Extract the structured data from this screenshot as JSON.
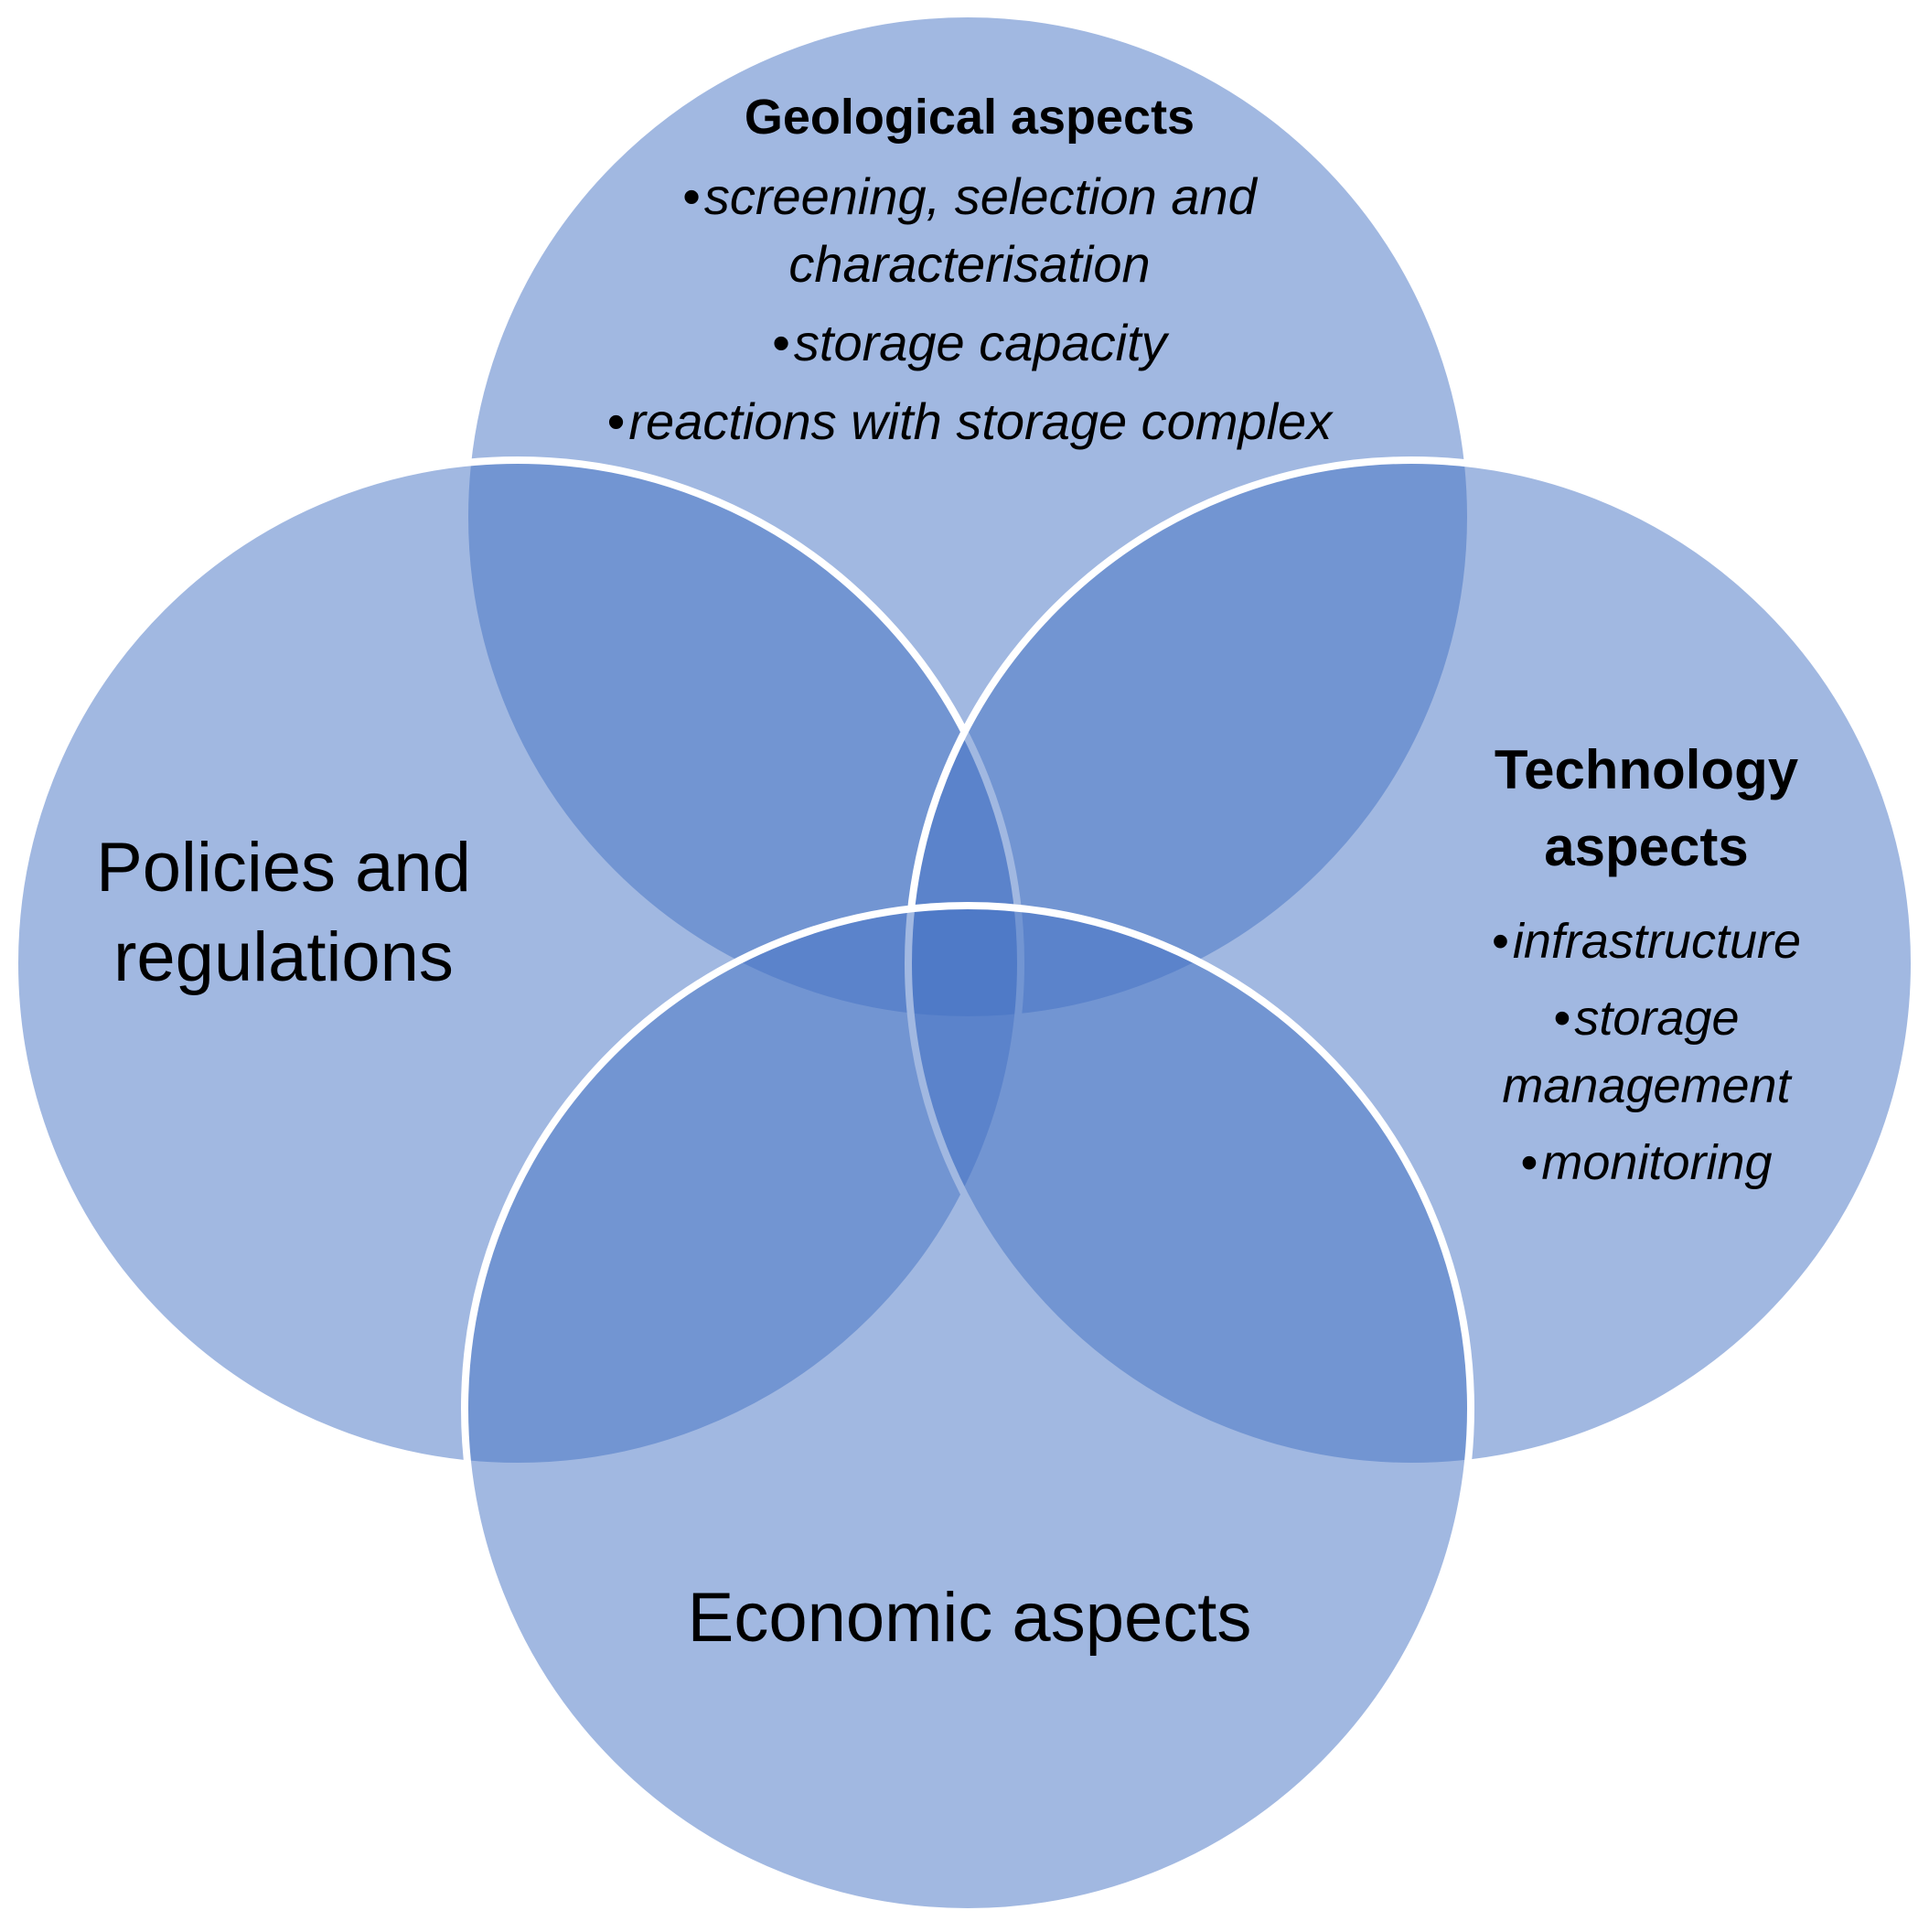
{
  "diagram": {
    "geological": {
      "title": "Geological aspects",
      "items": [
        "screening, selection and characterisation",
        "storage capacity",
        "reactions with storage complex"
      ]
    },
    "technology": {
      "title": "Technology aspects",
      "items": [
        "infrastructure",
        "storage management",
        "monitoring"
      ]
    },
    "policies": {
      "title": "Policies and regulations"
    },
    "economic": {
      "title": "Economic aspects"
    },
    "colors": {
      "circle_fill": "#4472c4",
      "circle_stroke": "#ffffff",
      "text": "#000000"
    }
  }
}
